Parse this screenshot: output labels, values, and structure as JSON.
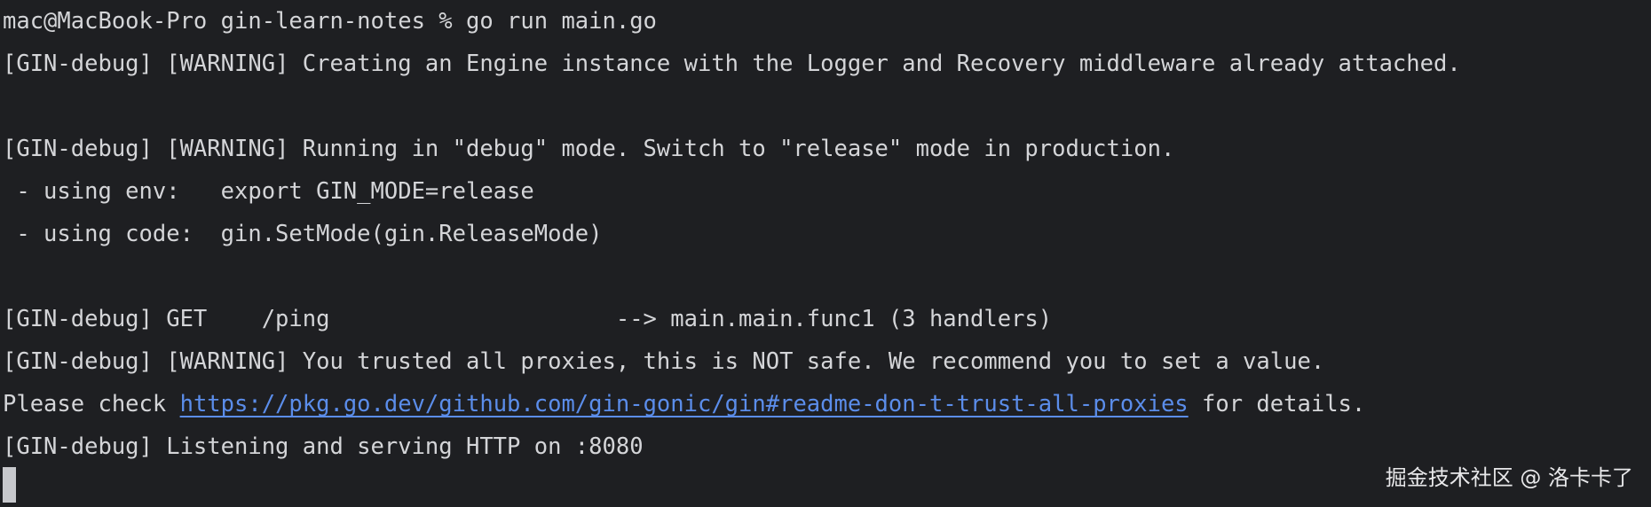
{
  "terminal": {
    "background": "#1e1f22",
    "foreground": "#d4d5d8",
    "link_color": "#5b8dea",
    "lines": [
      {
        "text": "mac@MacBook-Pro gin-learn-notes % go run main.go"
      },
      {
        "text": "[GIN-debug] [WARNING] Creating an Engine instance with the Logger and Recovery middleware already attached."
      },
      {
        "text": ""
      },
      {
        "text": "[GIN-debug] [WARNING] Running in \"debug\" mode. Switch to \"release\" mode in production."
      },
      {
        "text": " - using env:   export GIN_MODE=release"
      },
      {
        "text": " - using code:  gin.SetMode(gin.ReleaseMode)"
      },
      {
        "text": ""
      },
      {
        "text": "[GIN-debug] GET    /ping                     --> main.main.func1 (3 handlers)"
      },
      {
        "text": "[GIN-debug] [WARNING] You trusted all proxies, this is NOT safe. We recommend you to set a value."
      },
      {
        "prefix": "Please check ",
        "link": "https://pkg.go.dev/github.com/gin-gonic/gin#readme-don-t-trust-all-proxies",
        "suffix": " for details."
      },
      {
        "text": "[GIN-debug] Listening and serving HTTP on :8080"
      }
    ]
  },
  "watermark": "掘金技术社区 @ 洛卡卡了"
}
